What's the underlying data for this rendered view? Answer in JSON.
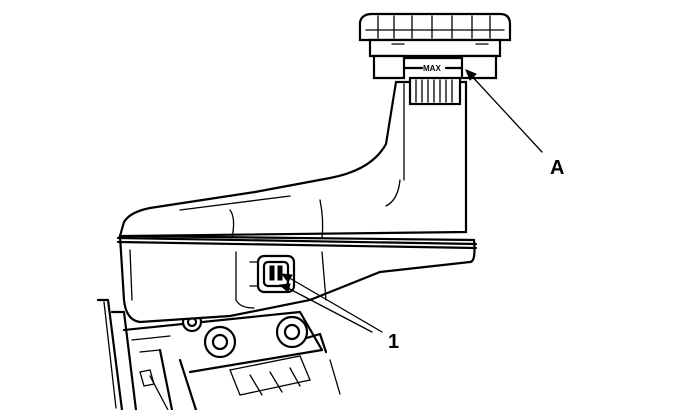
{
  "figure": {
    "max_mark_label": "MAX",
    "callouts": [
      {
        "id": "A",
        "label": "A"
      },
      {
        "id": "1",
        "label": "1"
      }
    ],
    "ink_color": "#000000",
    "background_color": "#ffffff"
  }
}
